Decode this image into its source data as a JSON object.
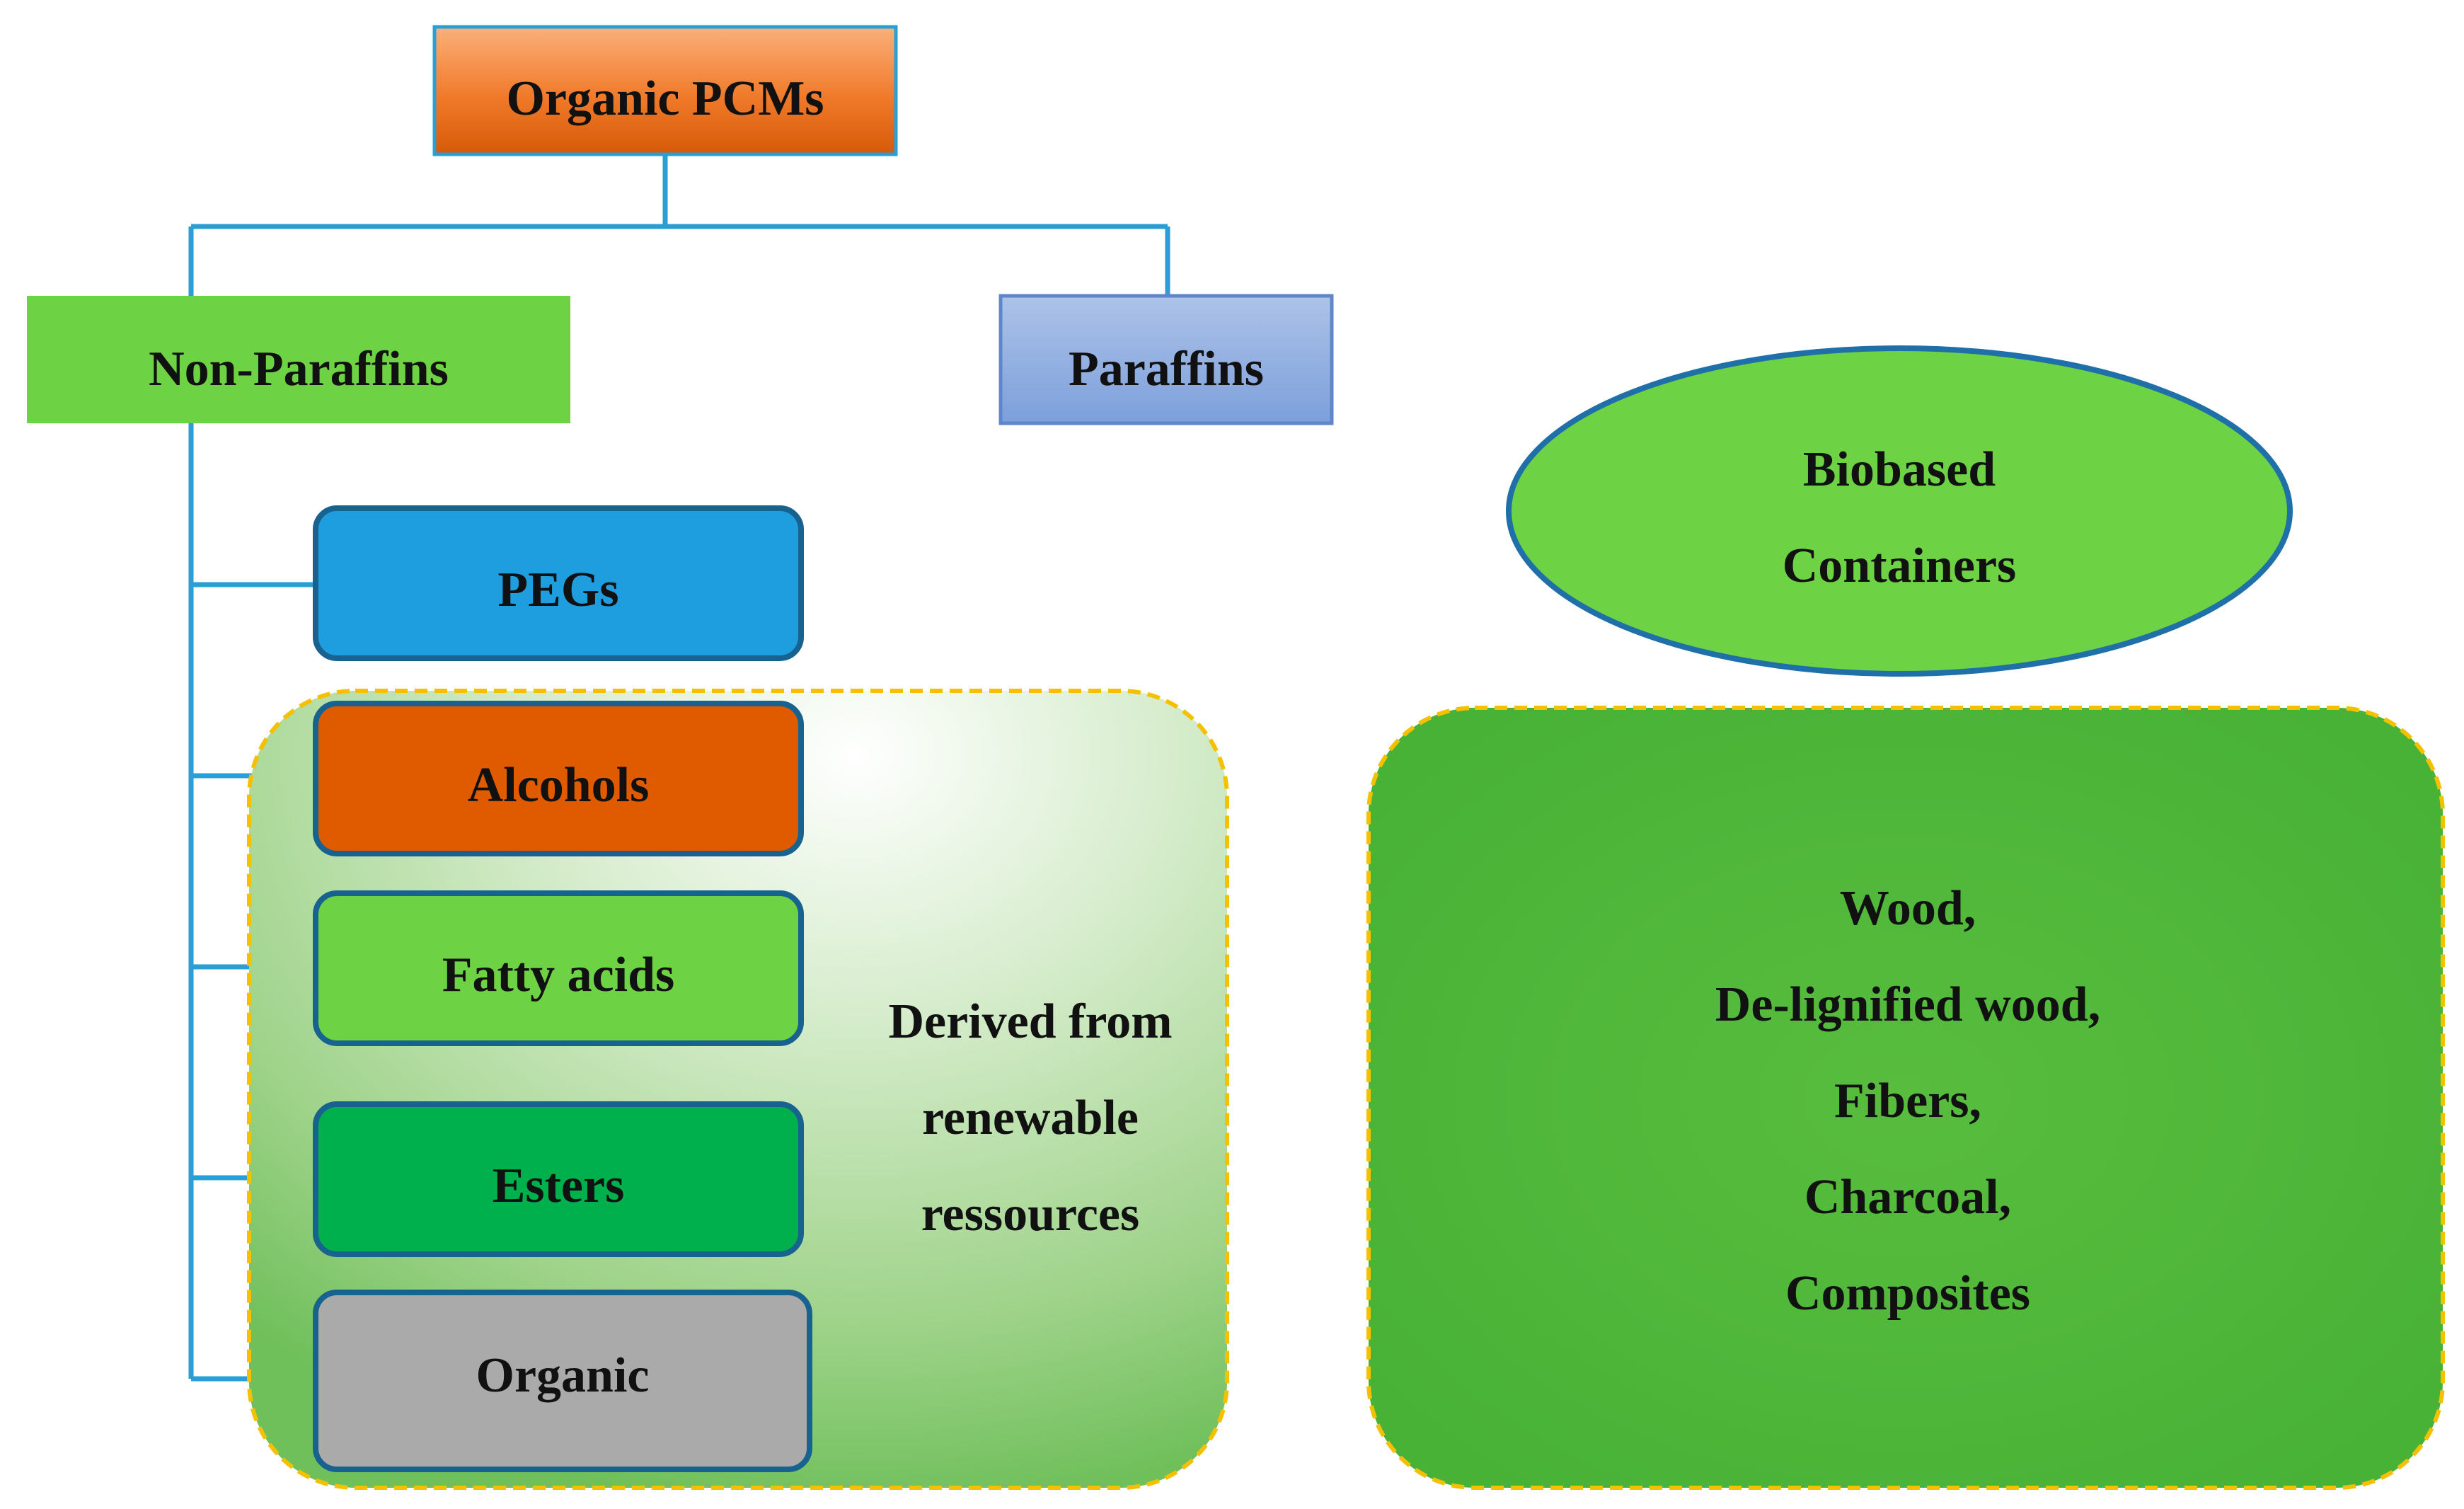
{
  "root": {
    "label": "Organic PCMs"
  },
  "branches": {
    "non_paraffins": {
      "label": "Non-Paraffins"
    },
    "paraffins": {
      "label": "Paraffins"
    }
  },
  "children": {
    "pegs": {
      "label": "PEGs"
    },
    "alcohols": {
      "label": "Alcohols"
    },
    "fatty_acids": {
      "label": "Fatty acids"
    },
    "esters": {
      "label": "Esters"
    },
    "organic": {
      "label": "Organic"
    }
  },
  "renewable_note": {
    "lines": [
      "Derived from",
      "renewable",
      "ressources"
    ]
  },
  "biobased": {
    "lines": [
      "Biobased",
      "Containers"
    ]
  },
  "container_types": {
    "lines": [
      "Wood,",
      "De-lignified wood,",
      "Fibers,",
      "Charcoal,",
      "Composites"
    ]
  },
  "colors": {
    "connector": "#2a9fd6",
    "root_top": "#fbb07a",
    "root_bottom": "#d65a08",
    "green": "#6dd244",
    "paraffin_top": "#a9bfe6",
    "paraffin_bottom": "#7c9fdb",
    "pegs": "#1e9ede",
    "alcohols": "#e05a00",
    "esters": "#00b04c",
    "organic": "#aaaaaa",
    "dashed_border": "#f5c000"
  }
}
